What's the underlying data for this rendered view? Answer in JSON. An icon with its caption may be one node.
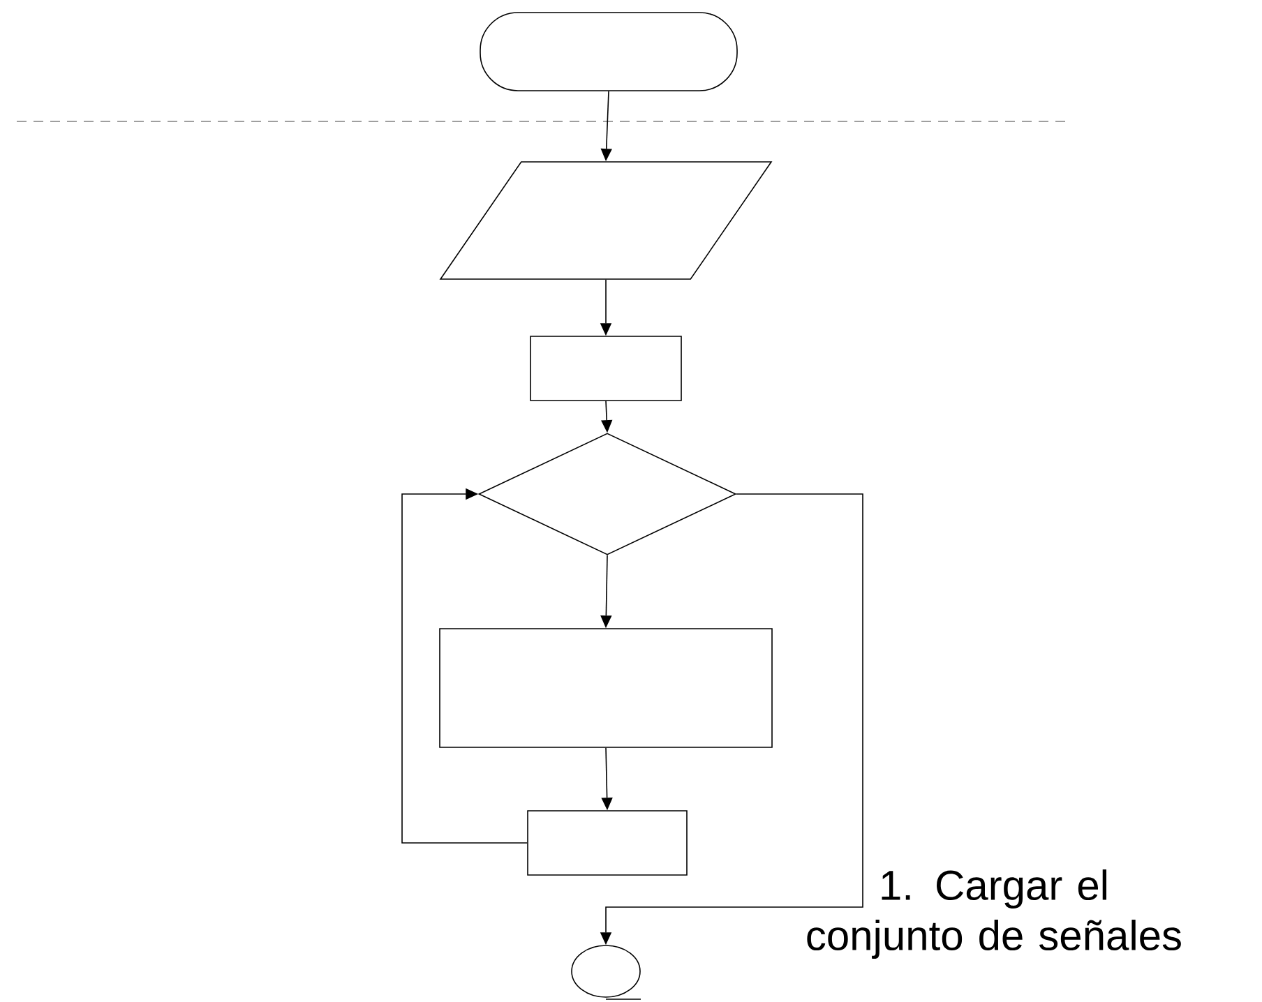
{
  "diagram": {
    "nodes": [
      {
        "text": [],
        "shape": "terminal"
      },
      {
        "text": [],
        "shape": "parallelogram"
      },
      {
        "text": [],
        "shape": "box"
      },
      {
        "text": [],
        "shape": "diamond"
      },
      {
        "text": [],
        "shape": "box"
      },
      {
        "text": [],
        "shape": "box"
      },
      {
        "text": [],
        "shape": "circle"
      }
    ],
    "edges": [
      {
        "from": 0,
        "to": 1,
        "arrow": "to"
      },
      {
        "from": 1,
        "to": 2,
        "arrow": "to"
      },
      {
        "from": 2,
        "to": 3,
        "arrow": "to"
      },
      {
        "from": 3,
        "to": 4,
        "arrow": "to"
      },
      {
        "from": 4,
        "to": 5,
        "arrow": "to"
      },
      {
        "from": 5,
        "to": 3,
        "arrow": "to"
      },
      {
        "from": 3,
        "to": 6,
        "arrow": "to"
      }
    ],
    "labels": [
      "1. Cargar el conjunto de señales"
    ]
  }
}
